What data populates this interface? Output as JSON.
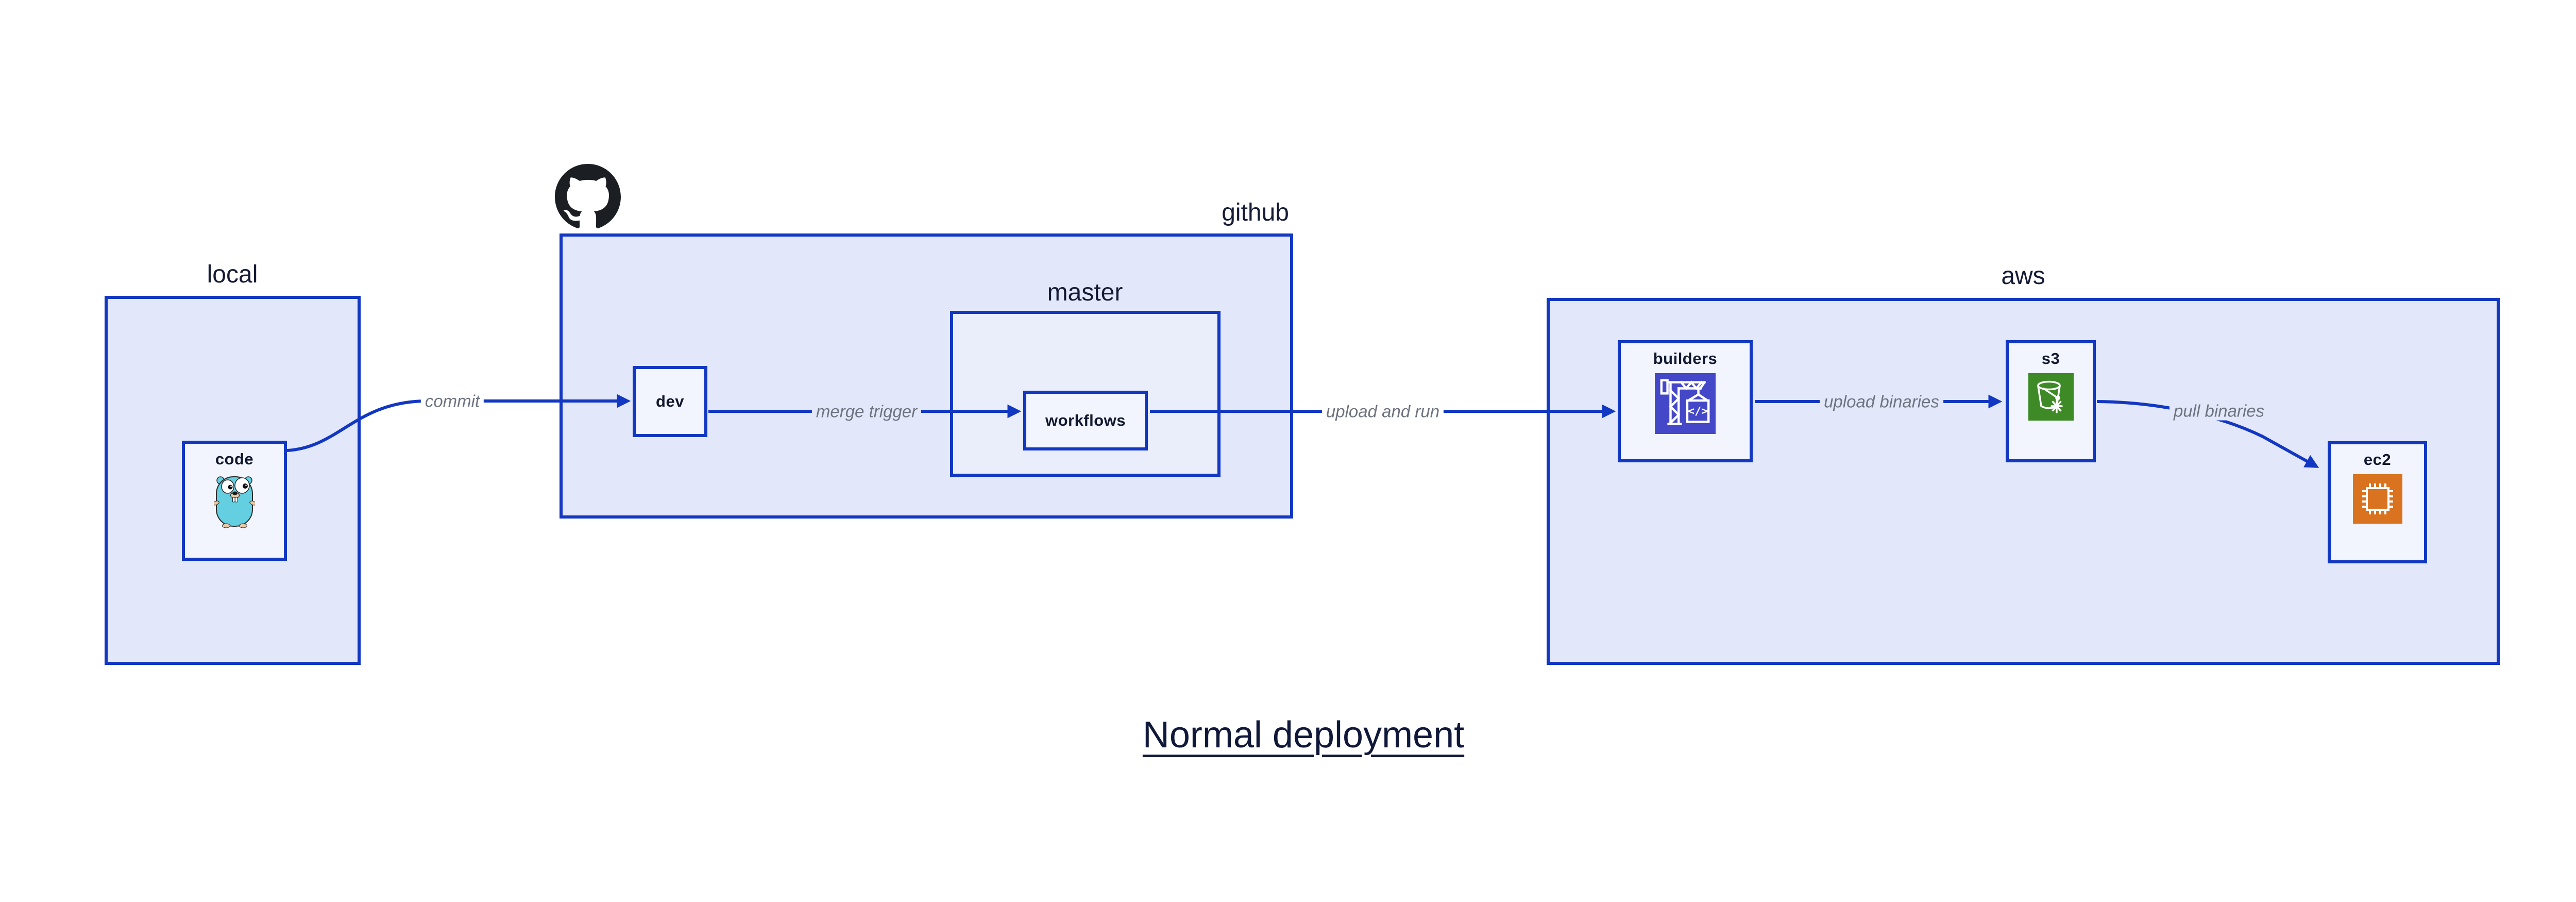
{
  "title": "Normal deployment",
  "groups": {
    "local": {
      "label": "local"
    },
    "github": {
      "label": "github",
      "master_label": "master"
    },
    "aws": {
      "label": "aws"
    }
  },
  "nodes": {
    "code": {
      "label": "code",
      "icon": "go-gopher-icon"
    },
    "dev": {
      "label": "dev"
    },
    "workflows": {
      "label": "workflows"
    },
    "builders": {
      "label": "builders",
      "icon": "aws-codebuild-icon"
    },
    "s3": {
      "label": "s3",
      "icon": "aws-s3-glacier-icon"
    },
    "ec2": {
      "label": "ec2",
      "icon": "aws-ec2-icon"
    }
  },
  "edges": {
    "commit": {
      "label": "commit"
    },
    "merge_trigger": {
      "label": "merge trigger"
    },
    "upload_and_run": {
      "label": "upload and run"
    },
    "upload_binaries": {
      "label": "upload binaries"
    },
    "pull_binaries": {
      "label": "pull binaries"
    }
  },
  "icons": {
    "header": "github-octocat-icon"
  },
  "colors": {
    "line_blue": "#1237c2",
    "group_fill": "#e2e8fa",
    "master_fill": "#eaeefb",
    "node_fill": "#f2f5fd",
    "text_dark": "#151b35",
    "edge_label_gray": "#6e7380",
    "codebuild_purple": "#4448c8",
    "s3_green": "#3d8a26",
    "ec2_orange": "#d9731f",
    "octocat_black": "#1b1f23",
    "gopher_teal": "#63cfe1"
  }
}
